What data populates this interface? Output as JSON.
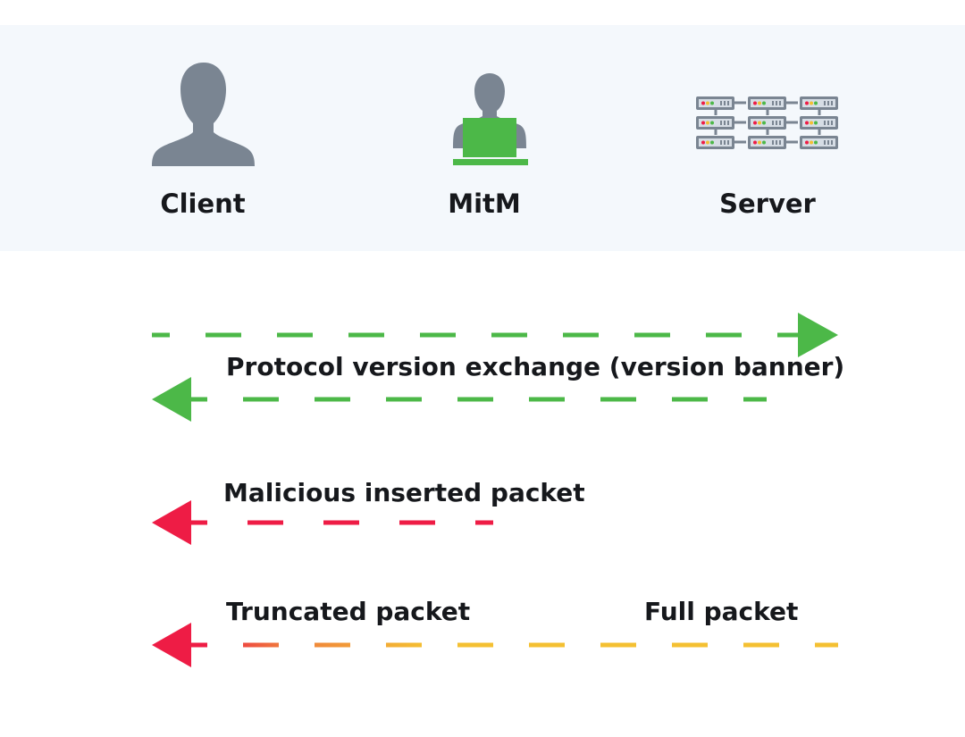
{
  "actors": {
    "client": {
      "label": "Client",
      "icon": "user-icon"
    },
    "mitm": {
      "label": "MitM",
      "icon": "attacker-laptop-icon"
    },
    "server": {
      "label": "Server",
      "icon": "server-rack-icon"
    }
  },
  "messages": {
    "protocol_exchange": {
      "label": "Protocol version exchange (version banner)",
      "color": "#4cb848"
    },
    "malicious": {
      "label": "Malicious inserted packet",
      "color": "#ee1c45"
    },
    "truncated": {
      "label": "Truncated packet"
    },
    "full": {
      "label": "Full packet"
    }
  },
  "colors": {
    "background_band": "#f4f8fc",
    "icon_gray": "#7a8592",
    "green": "#4cb848",
    "red": "#ee1c45",
    "orange": "#ef7a3c",
    "yellow": "#f4c032"
  }
}
